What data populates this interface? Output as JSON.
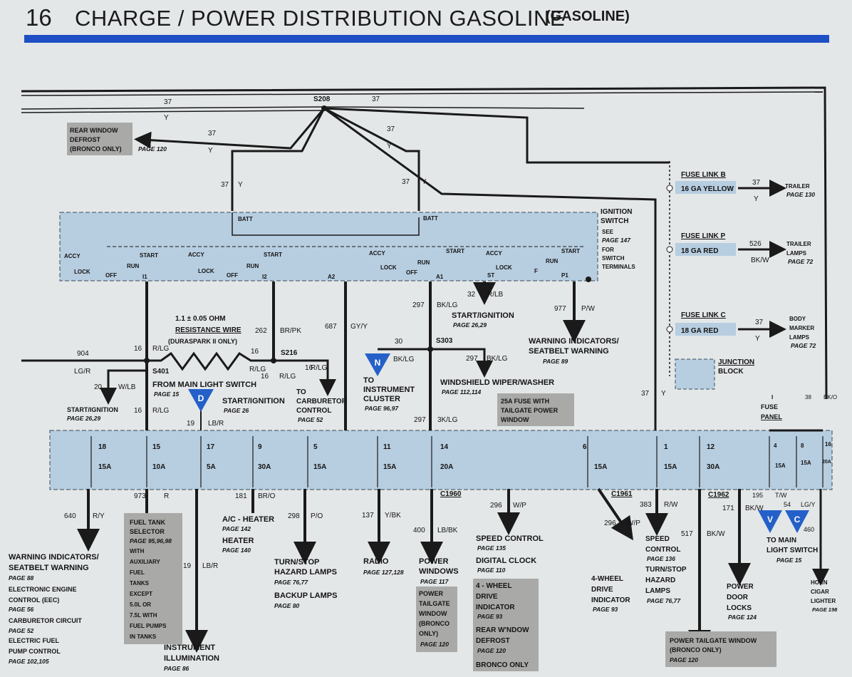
{
  "header": {
    "page_number": "16",
    "title": "CHARGE / POWER DISTRIBUTION GASOLINE",
    "subtitle": "(GASOLINE)"
  },
  "splice": {
    "s208": "S208",
    "s216": "S216",
    "s303": "S303",
    "s401": "S401"
  },
  "wire": {
    "c37": "37",
    "y": "Y",
    "c904": "904",
    "lg_r": "LG/R",
    "c16": "16",
    "r_lg": "R/LG",
    "c262": "262",
    "br_pk": "BR/PK",
    "c687": "687",
    "gy_y": "GY/Y",
    "c297": "297",
    "bk_lg": "BK/LG",
    "bk_lg_ocr": "3K/LG",
    "c32": "32",
    "r_lb": "R/LB",
    "c977": "977",
    "p_w": "P/W",
    "c30": "30",
    "c20": "20",
    "w_lb": "W/LB",
    "c19": "19",
    "lb_r": "LB/R",
    "c640": "640",
    "r_y": "R/Y",
    "c973": "973",
    "r": "R",
    "c181": "181",
    "br_o": "BR/O",
    "c298": "298",
    "p_o": "P/O",
    "c137": "137",
    "y_bk": "Y/BK",
    "c400": "400",
    "lb_bk": "LB/BK",
    "c296": "296",
    "w_p": "W/P",
    "c383": "383",
    "r_w": "R/W",
    "c517": "517",
    "bk_w": "BK/W",
    "c171": "171",
    "c195": "195",
    "t_w": "T/W",
    "c54": "54",
    "lg_y": "LG/Y",
    "c460": "460",
    "c38": "38",
    "bk_o": "BK/O",
    "c526": "526"
  },
  "ignition": {
    "label": [
      "IGNITION",
      "SWITCH"
    ],
    "see": [
      "SEE",
      "PAGE 147",
      "FOR",
      "SWITCH",
      "TERMINALS"
    ],
    "batt": "BATT",
    "accy": "ACCY",
    "lock": "LOCK",
    "off": "OFF",
    "run": "RUN",
    "start": "START",
    "f": "F",
    "t1": "I1",
    "t2": "I2",
    "a2": "A2",
    "a1": "A1",
    "st": "ST",
    "p1": "P1"
  },
  "resistance": [
    "1.1 ± 0.05 OHM",
    "RESISTANCE WIRE",
    "(DURASPARK II ONLY)"
  ],
  "fuse_links": {
    "b": {
      "title": "FUSE LINK B",
      "value": "16 GA YELLOW",
      "dest": "TRAILER",
      "page": "PAGE 130"
    },
    "p": {
      "title": "FUSE LINK P",
      "value": "18 GA RED",
      "dest": [
        "TRAILER",
        "LAMPS"
      ],
      "page": "PAGE 72"
    },
    "c": {
      "title": "FUSE LINK C",
      "value": "18 GA RED",
      "dest": [
        "BODY",
        "MARKER",
        "LAMPS"
      ],
      "page": "PAGE 72"
    }
  },
  "junction": [
    "JUNCTION",
    "BLOCK"
  ],
  "fuse_panel": {
    "label": [
      "FUSE",
      "PANEL"
    ],
    "mark": "I"
  },
  "fuses": [
    {
      "num": "18",
      "amp": "15A"
    },
    {
      "num": "15",
      "amp": "10A"
    },
    {
      "num": "17",
      "amp": "5A"
    },
    {
      "num": "9",
      "amp": "30A"
    },
    {
      "num": "5",
      "amp": "15A"
    },
    {
      "num": "11",
      "amp": "15A"
    },
    {
      "num": "14",
      "amp": "20A"
    },
    {
      "num": "6",
      "amp": "15A"
    },
    {
      "num": "1",
      "amp": "15A"
    },
    {
      "num": "12",
      "amp": "30A"
    },
    {
      "num": "4",
      "amp": "15A"
    },
    {
      "num": "8",
      "amp": "15A"
    },
    {
      "num": "16",
      "amp": "20A"
    }
  ],
  "connectors": {
    "c1960": "C1960",
    "c1961": "C1961",
    "c1962": "C1962"
  },
  "markers": {
    "n": "N",
    "d": "D",
    "v": "V",
    "c": "C"
  },
  "notes": {
    "rear_defrost": [
      "REAR WINDOW",
      "DEFROST",
      "(BRONCO ONLY)"
    ],
    "rear_defrost_page": "PAGE 120",
    "start_ign_1": "START/IGNITION",
    "start_ign_1_page": "PAGE 26,29",
    "warn_1": [
      "WARNING INDICATORS/",
      "SEATBELT WARNING"
    ],
    "warn_1_page": "PAGE 89",
    "main_light": "FROM MAIN LIGHT SWITCH",
    "main_light_page": "PAGE 15",
    "start_ign_2": "START/IGNITION",
    "start_ign_2_page": "PAGE 26",
    "carb": [
      "TO",
      "CARBURETOR",
      "CONTROL"
    ],
    "carb_page": "PAGE 52",
    "cluster": [
      "TO",
      "INSTRUMENT",
      "CLUSTER"
    ],
    "cluster_page": "PAGE 96,97",
    "wiper": "WINDSHIELD WIPER/WASHER",
    "wiper_page": "PAGE 112,114",
    "start_ign_3": "START/IGNITION",
    "start_ign_3_page": "PAGE 26,29",
    "tailgate_fuse": [
      "25A FUSE WITH",
      "TAILGATE POWER",
      "WINDOW"
    ],
    "left_list": [
      "WARNING INDICATORS/",
      "SEATBELT WARNING",
      "PAGE 88",
      "ELECTRONIC ENGINE",
      "CONTROL (EEC)",
      "PAGE 56",
      "CARBURETOR CIRCUIT",
      "PAGE 52",
      "ELECTRIC FUEL",
      "PUMP CONTROL",
      "PAGE 102,105"
    ],
    "fuel_tank": [
      "FUEL TANK",
      "SELECTOR",
      "PAGE 95,96,98",
      "WITH",
      "AUXILIARY",
      "FUEL",
      "TANKS",
      "EXCEPT",
      "5.0L OR",
      "7.5L WITH",
      "FUEL PUMPS",
      "IN TANKS"
    ],
    "instrument_illum": [
      "INSTRUMENT",
      "ILLUMINATION"
    ],
    "instrument_illum_page": "PAGE 86",
    "ac_heater": "A/C - HEATER",
    "ac_heater_page": "PAGE 142",
    "heater": "HEATER",
    "heater_page": "PAGE 140",
    "turn_stop": [
      "TURN/STOP",
      "HAZARD LAMPS"
    ],
    "turn_stop_page": "PAGE 76,77",
    "backup": "BACKUP LAMPS",
    "backup_page": "PAGE 80",
    "radio": "RADIO",
    "radio_page": "PAGE 127,128",
    "power_windows": [
      "POWER",
      "WINDOWS"
    ],
    "power_windows_page": "PAGE 117",
    "ptw_box": [
      "POWER",
      "TAILGATE",
      "WINDOW",
      "(BRONCO",
      "ONLY)"
    ],
    "ptw_box_page": "PAGE 120",
    "speed_1": "SPEED CONTROL",
    "speed_1_page": "PAGE 135",
    "digital_clock": "DIGITAL CLOCK",
    "digital_clock_page": "PAGE 110",
    "fwd_box": [
      "4 - WHEEL",
      "DRIVE",
      "INDICATOR"
    ],
    "fwd_box_page": "PAGE 93",
    "rear_window_defrost": [
      "REAR W'NDOW",
      "DEFROST"
    ],
    "rear_window_defrost_page": "PAGE 120",
    "bronco_only": "BRONCO ONLY",
    "fwd_ind": [
      "4-WHEEL",
      "DRIVE",
      "INDICATOR"
    ],
    "fwd_ind_page": "PAGE 93",
    "speed_2": [
      "SPEED",
      "CONTROL"
    ],
    "speed_2_page": "PAGE 136",
    "turn_stop_2": [
      "TURN/STOP",
      "HAZARD",
      "LAMPS"
    ],
    "turn_stop_2_page": "PAGE 76,77",
    "door_locks": [
      "POWER",
      "DOOR",
      "LOCKS"
    ],
    "door_locks_page": "PAGE 124",
    "main_light_2": [
      "TO MAIN",
      "LIGHT SWITCH"
    ],
    "main_light_2_page": "PAGE 15",
    "horn": [
      "HORN",
      "CIGAR",
      "LIGHTER"
    ],
    "horn_page": "PAGE 198",
    "ptw_bottom": [
      "POWER TAILGATE WINDOW",
      "(BRONCO ONLY)"
    ],
    "ptw_bottom_page": "PAGE 120"
  },
  "colors": {
    "panel": "#b7cde0",
    "blue_bar": "#1e4fc4",
    "paper": "#e4e7e8",
    "label_box": "#a9aaa8",
    "marker": "#2460c8",
    "wire": "#1a1a1a"
  }
}
